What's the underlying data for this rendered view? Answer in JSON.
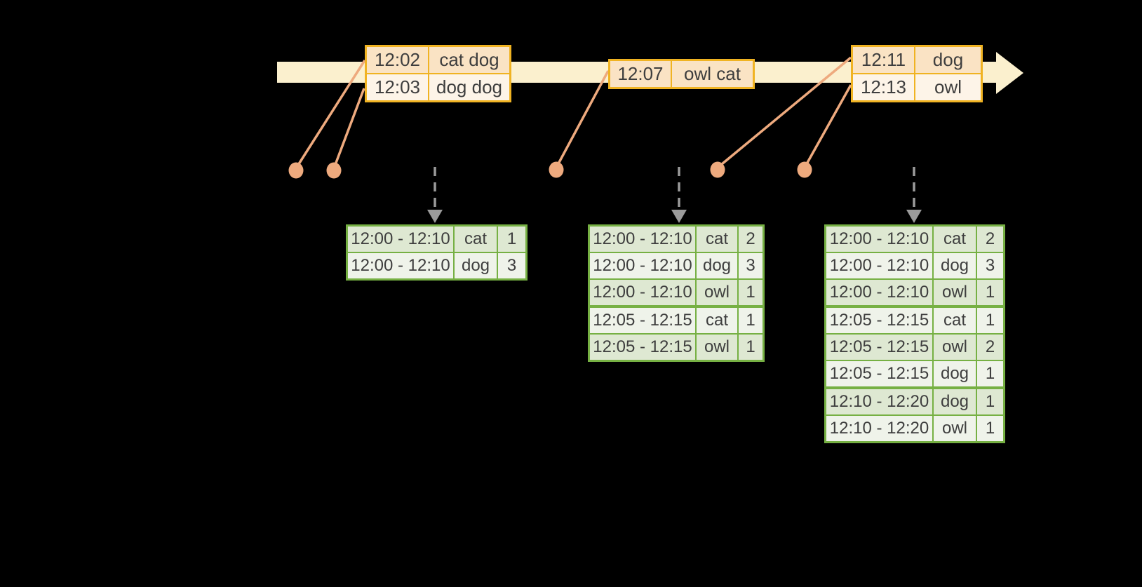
{
  "colors": {
    "background": "#000000",
    "band": "#fbf0ce",
    "event_border": "#f0b322",
    "event_row_dark": "#fae3c4",
    "event_row_light": "#fdf4e8",
    "connector": "#eeaa7e",
    "result_border": "#76b043",
    "result_row_dark": "#dee8d2",
    "result_row_light": "#eff3ea",
    "arrow_gray": "#9b9b9b",
    "text": "#3e3e3e"
  },
  "event_tables": [
    {
      "rows": [
        {
          "time": "12:02",
          "words": "cat dog"
        },
        {
          "time": "12:03",
          "words": "dog dog"
        }
      ]
    },
    {
      "rows": [
        {
          "time": "12:07",
          "words": "owl cat"
        }
      ]
    },
    {
      "rows": [
        {
          "time": "12:11",
          "words": "dog"
        },
        {
          "time": "12:13",
          "words": "owl"
        }
      ]
    }
  ],
  "result_tables": [
    {
      "rows": [
        {
          "window": "12:00 - 12:10",
          "word": "cat",
          "count": "1"
        },
        {
          "window": "12:00 - 12:10",
          "word": "dog",
          "count": "3"
        }
      ]
    },
    {
      "rows": [
        {
          "window": "12:00 - 12:10",
          "word": "cat",
          "count": "2"
        },
        {
          "window": "12:00 - 12:10",
          "word": "dog",
          "count": "3"
        },
        {
          "window": "12:00 - 12:10",
          "word": "owl",
          "count": "1"
        },
        {
          "window": "12:05 - 12:15",
          "word": "cat",
          "count": "1"
        },
        {
          "window": "12:05 - 12:15",
          "word": "owl",
          "count": "1"
        }
      ]
    },
    {
      "rows": [
        {
          "window": "12:00 - 12:10",
          "word": "cat",
          "count": "2"
        },
        {
          "window": "12:00 - 12:10",
          "word": "dog",
          "count": "3"
        },
        {
          "window": "12:00 - 12:10",
          "word": "owl",
          "count": "1"
        },
        {
          "window": "12:05 - 12:15",
          "word": "cat",
          "count": "1"
        },
        {
          "window": "12:05 - 12:15",
          "word": "owl",
          "count": "2"
        },
        {
          "window": "12:05 - 12:15",
          "word": "dog",
          "count": "1"
        },
        {
          "window": "12:10 - 12:20",
          "word": "dog",
          "count": "1"
        },
        {
          "window": "12:10 - 12:20",
          "word": "owl",
          "count": "1"
        }
      ]
    }
  ]
}
